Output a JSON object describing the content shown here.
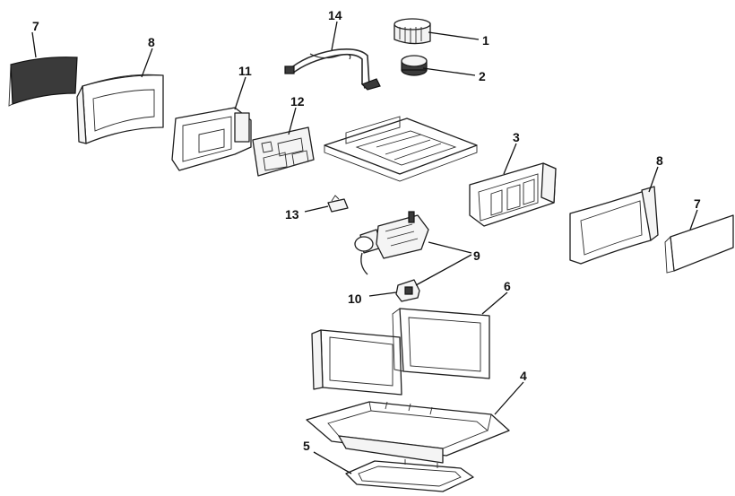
{
  "callouts": {
    "c1": "1",
    "c2": "2",
    "c3": "3",
    "c4": "4",
    "c5": "5",
    "c6": "6",
    "c7_left": "7",
    "c7_right": "7",
    "c8_left": "8",
    "c8_right": "8",
    "c9": "9",
    "c10": "10",
    "c11": "11",
    "c12": "12",
    "c13": "13",
    "c14": "14"
  }
}
